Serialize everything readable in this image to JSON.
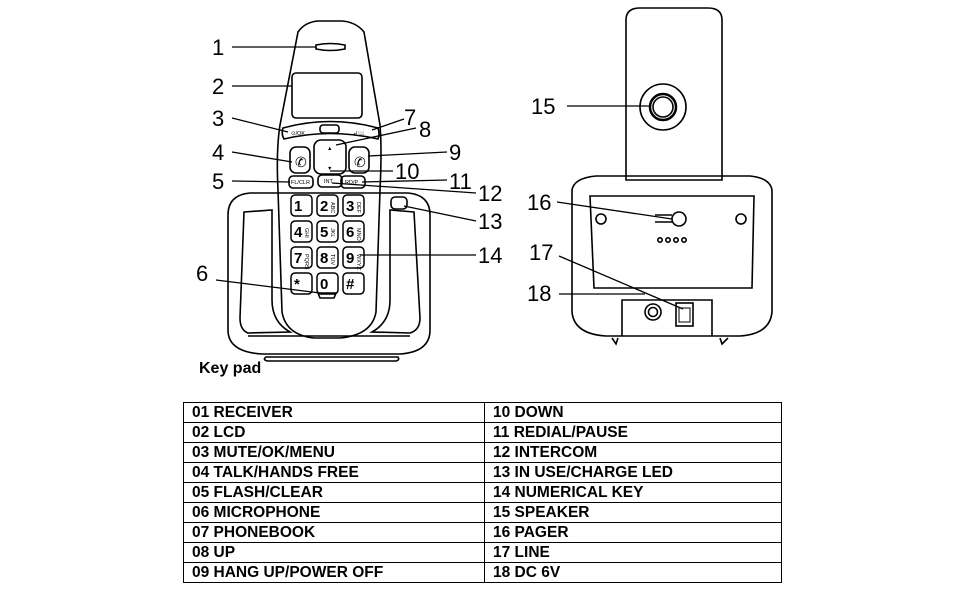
{
  "caption": "Key pad",
  "callouts": [
    "1",
    "2",
    "3",
    "4",
    "5",
    "6",
    "7",
    "8",
    "9",
    "10",
    "11",
    "12",
    "13",
    "14",
    "15",
    "16",
    "17",
    "18"
  ],
  "handset": {
    "softkeys": {
      "left": "⊙/OK",
      "right": "↲📖"
    },
    "function_keys": {
      "flash": "FL/CLR",
      "intercom": "INT",
      "redial": "RD/P"
    },
    "keypad": [
      {
        "main": "1",
        "sub": ""
      },
      {
        "main": "2",
        "sub": "ABC"
      },
      {
        "main": "3",
        "sub": "DEF"
      },
      {
        "main": "4",
        "sub": "GHI"
      },
      {
        "main": "5",
        "sub": "JKL"
      },
      {
        "main": "6",
        "sub": "MNO"
      },
      {
        "main": "7",
        "sub": "PQRS"
      },
      {
        "main": "8",
        "sub": "TUV"
      },
      {
        "main": "9",
        "sub": "WXYZ"
      },
      {
        "main": "*",
        "sub": ""
      },
      {
        "main": "0",
        "sub": ""
      },
      {
        "main": "#",
        "sub": ""
      }
    ]
  },
  "parts_table": [
    [
      "01 RECEIVER",
      "10 DOWN"
    ],
    [
      "02 LCD",
      "11 REDIAL/PAUSE"
    ],
    [
      "03 MUTE/OK/MENU",
      "12 INTERCOM"
    ],
    [
      "04 TALK/HANDS FREE",
      "13 IN USE/CHARGE LED"
    ],
    [
      "05 FLASH/CLEAR",
      "14 NUMERICAL KEY"
    ],
    [
      "06 MICROPHONE",
      "15 SPEAKER"
    ],
    [
      "07 PHONEBOOK",
      "16 PAGER"
    ],
    [
      "08 UP",
      "17 LINE"
    ],
    [
      "09 HANG UP/POWER OFF",
      "18 DC 6V"
    ]
  ]
}
